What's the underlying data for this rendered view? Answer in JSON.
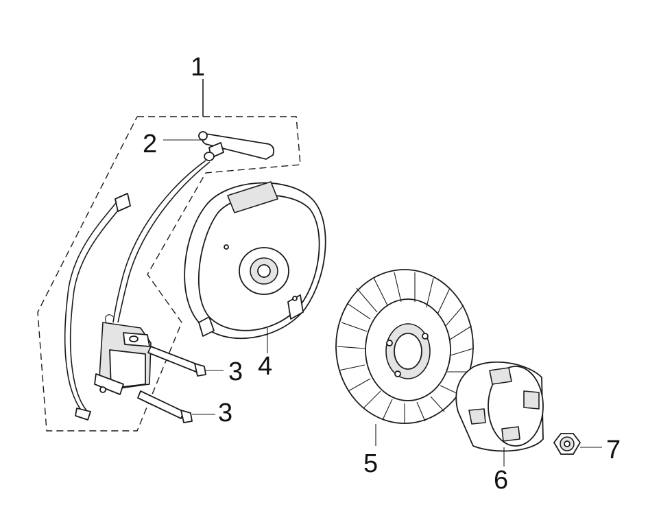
{
  "callouts": {
    "n1": "1",
    "n2": "2",
    "n3a": "3",
    "n3b": "3",
    "n4": "4",
    "n5": "5",
    "n6": "6",
    "n7": "7"
  },
  "colors": {
    "line": "#1a1a1a",
    "background": "#ffffff",
    "shade": "#e4e4e4"
  }
}
